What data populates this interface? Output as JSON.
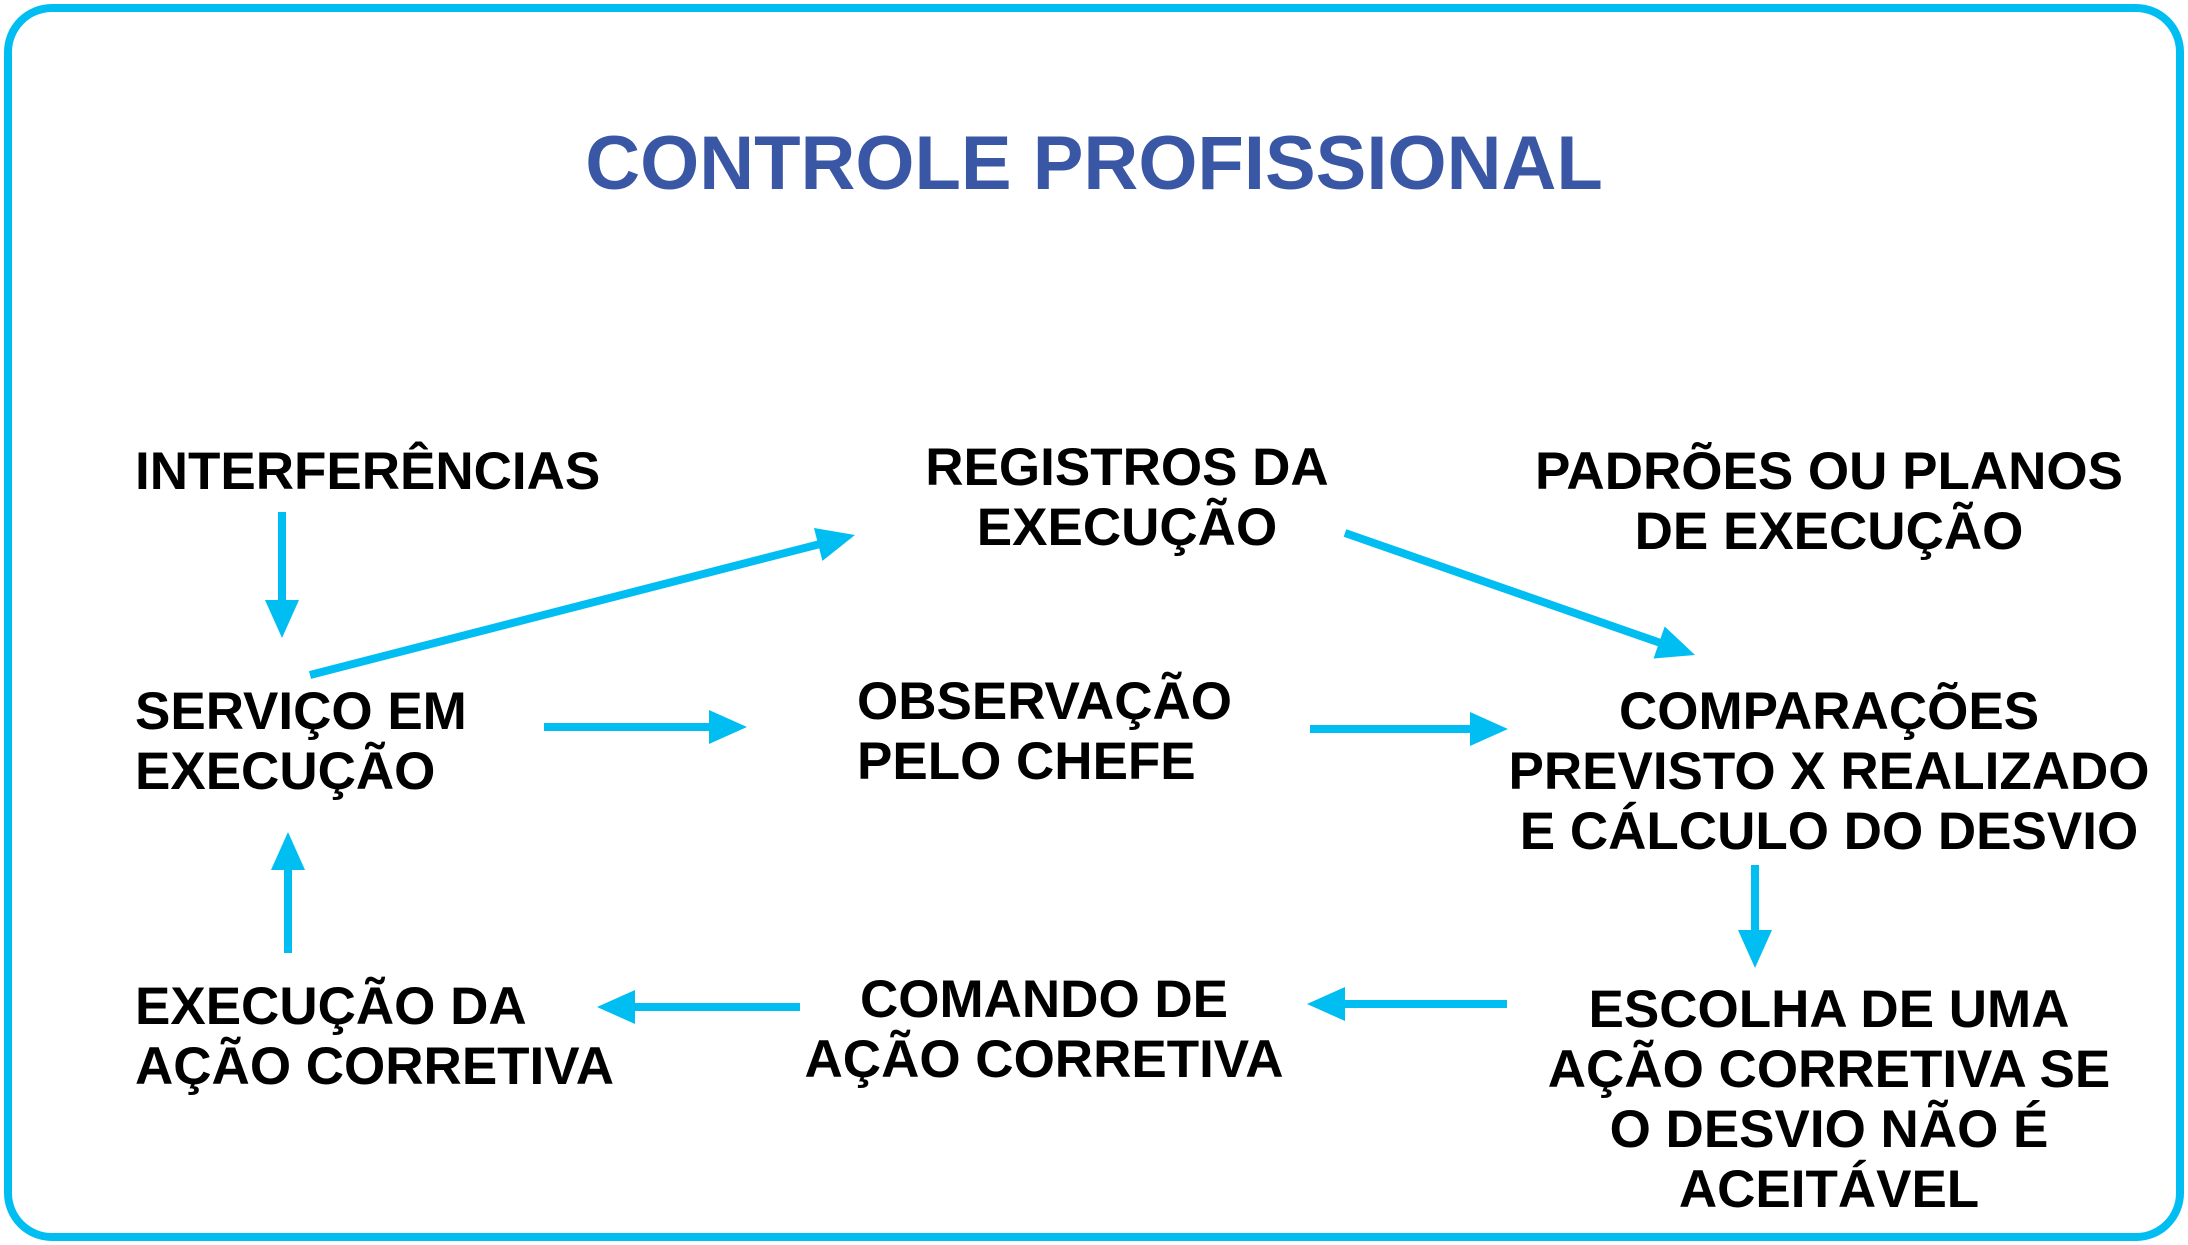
{
  "title": {
    "text": "CONTROLE PROFISSIONAL",
    "color": "#3A57A5"
  },
  "colors": {
    "background": "#FFFFFF",
    "frame_border": "#00BEF2",
    "arrow": "#00BEF2",
    "node_text": "#000000"
  },
  "nodes": [
    {
      "id": "interferencias",
      "label": "INTERFERÊNCIAS"
    },
    {
      "id": "registros-da-execucao",
      "label": "REGISTROS DA\nEXECUÇÃO"
    },
    {
      "id": "padroes-ou-planos",
      "label": "PADRÕES OU PLANOS\nDE EXECUÇÃO"
    },
    {
      "id": "servico-em-execucao",
      "label": "SERVIÇO EM\nEXECUÇÃO"
    },
    {
      "id": "observacao-pelo-chefe",
      "label": "OBSERVAÇÃO\nPELO CHEFE"
    },
    {
      "id": "comparacoes",
      "label": "COMPARAÇÕES\nPREVISTO X REALIZADO\nE CÁLCULO DO DESVIO"
    },
    {
      "id": "execucao-acao-corretiva",
      "label": "EXECUÇÃO DA\nAÇÃO CORRETIVA"
    },
    {
      "id": "comando-acao-corretiva",
      "label": "COMANDO DE\nAÇÃO CORRETIVA"
    },
    {
      "id": "escolha-acao-corretiva",
      "label": "ESCOLHA DE UMA\nAÇÃO CORRETIVA SE\nO DESVIO NÃO É\nACEITÁVEL"
    }
  ],
  "edges": [
    {
      "from": "interferencias",
      "to": "servico-em-execucao"
    },
    {
      "from": "servico-em-execucao",
      "to": "registros-da-execucao"
    },
    {
      "from": "registros-da-execucao",
      "to": "comparacoes"
    },
    {
      "from": "servico-em-execucao",
      "to": "observacao-pelo-chefe"
    },
    {
      "from": "observacao-pelo-chefe",
      "to": "comparacoes"
    },
    {
      "from": "comparacoes",
      "to": "escolha-acao-corretiva"
    },
    {
      "from": "escolha-acao-corretiva",
      "to": "comando-acao-corretiva"
    },
    {
      "from": "comando-acao-corretiva",
      "to": "execucao-acao-corretiva"
    },
    {
      "from": "execucao-acao-corretiva",
      "to": "servico-em-execucao"
    }
  ]
}
